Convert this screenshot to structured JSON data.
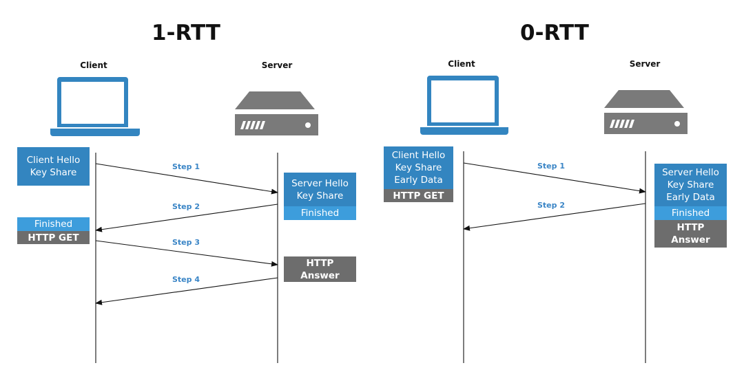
{
  "colors": {
    "primary_blue": "#3385c0",
    "light_blue": "#3d9ddc",
    "gray": "#6d6d6d",
    "step_text": "#3a85c6",
    "server_icon": "#7a7a7a"
  },
  "panels": [
    {
      "title": "1-RTT",
      "client_label": "Client",
      "server_label": "Server",
      "client_hello": [
        "Client Hello",
        "Key Share"
      ],
      "server_hello": [
        "Server Hello",
        "Key Share"
      ],
      "server_finished": "Finished",
      "client_finished": "Finished",
      "client_http_get": "HTTP GET",
      "server_http_answer": [
        "HTTP",
        "Answer"
      ],
      "steps": [
        "Step 1",
        "Step 2",
        "Step 3",
        "Step 4"
      ]
    },
    {
      "title": "0-RTT",
      "client_label": "Client",
      "server_label": "Server",
      "client_hello": [
        "Client Hello",
        "Key Share",
        "Early Data"
      ],
      "client_http_get": "HTTP GET",
      "server_hello": [
        "Server Hello",
        "Key Share",
        "Early Data"
      ],
      "server_finished": "Finished",
      "server_http_answer": [
        "HTTP",
        "Answer"
      ],
      "steps": [
        "Step 1",
        "Step 2"
      ]
    }
  ],
  "icons": {
    "client": "laptop-icon",
    "server": "server-icon"
  }
}
